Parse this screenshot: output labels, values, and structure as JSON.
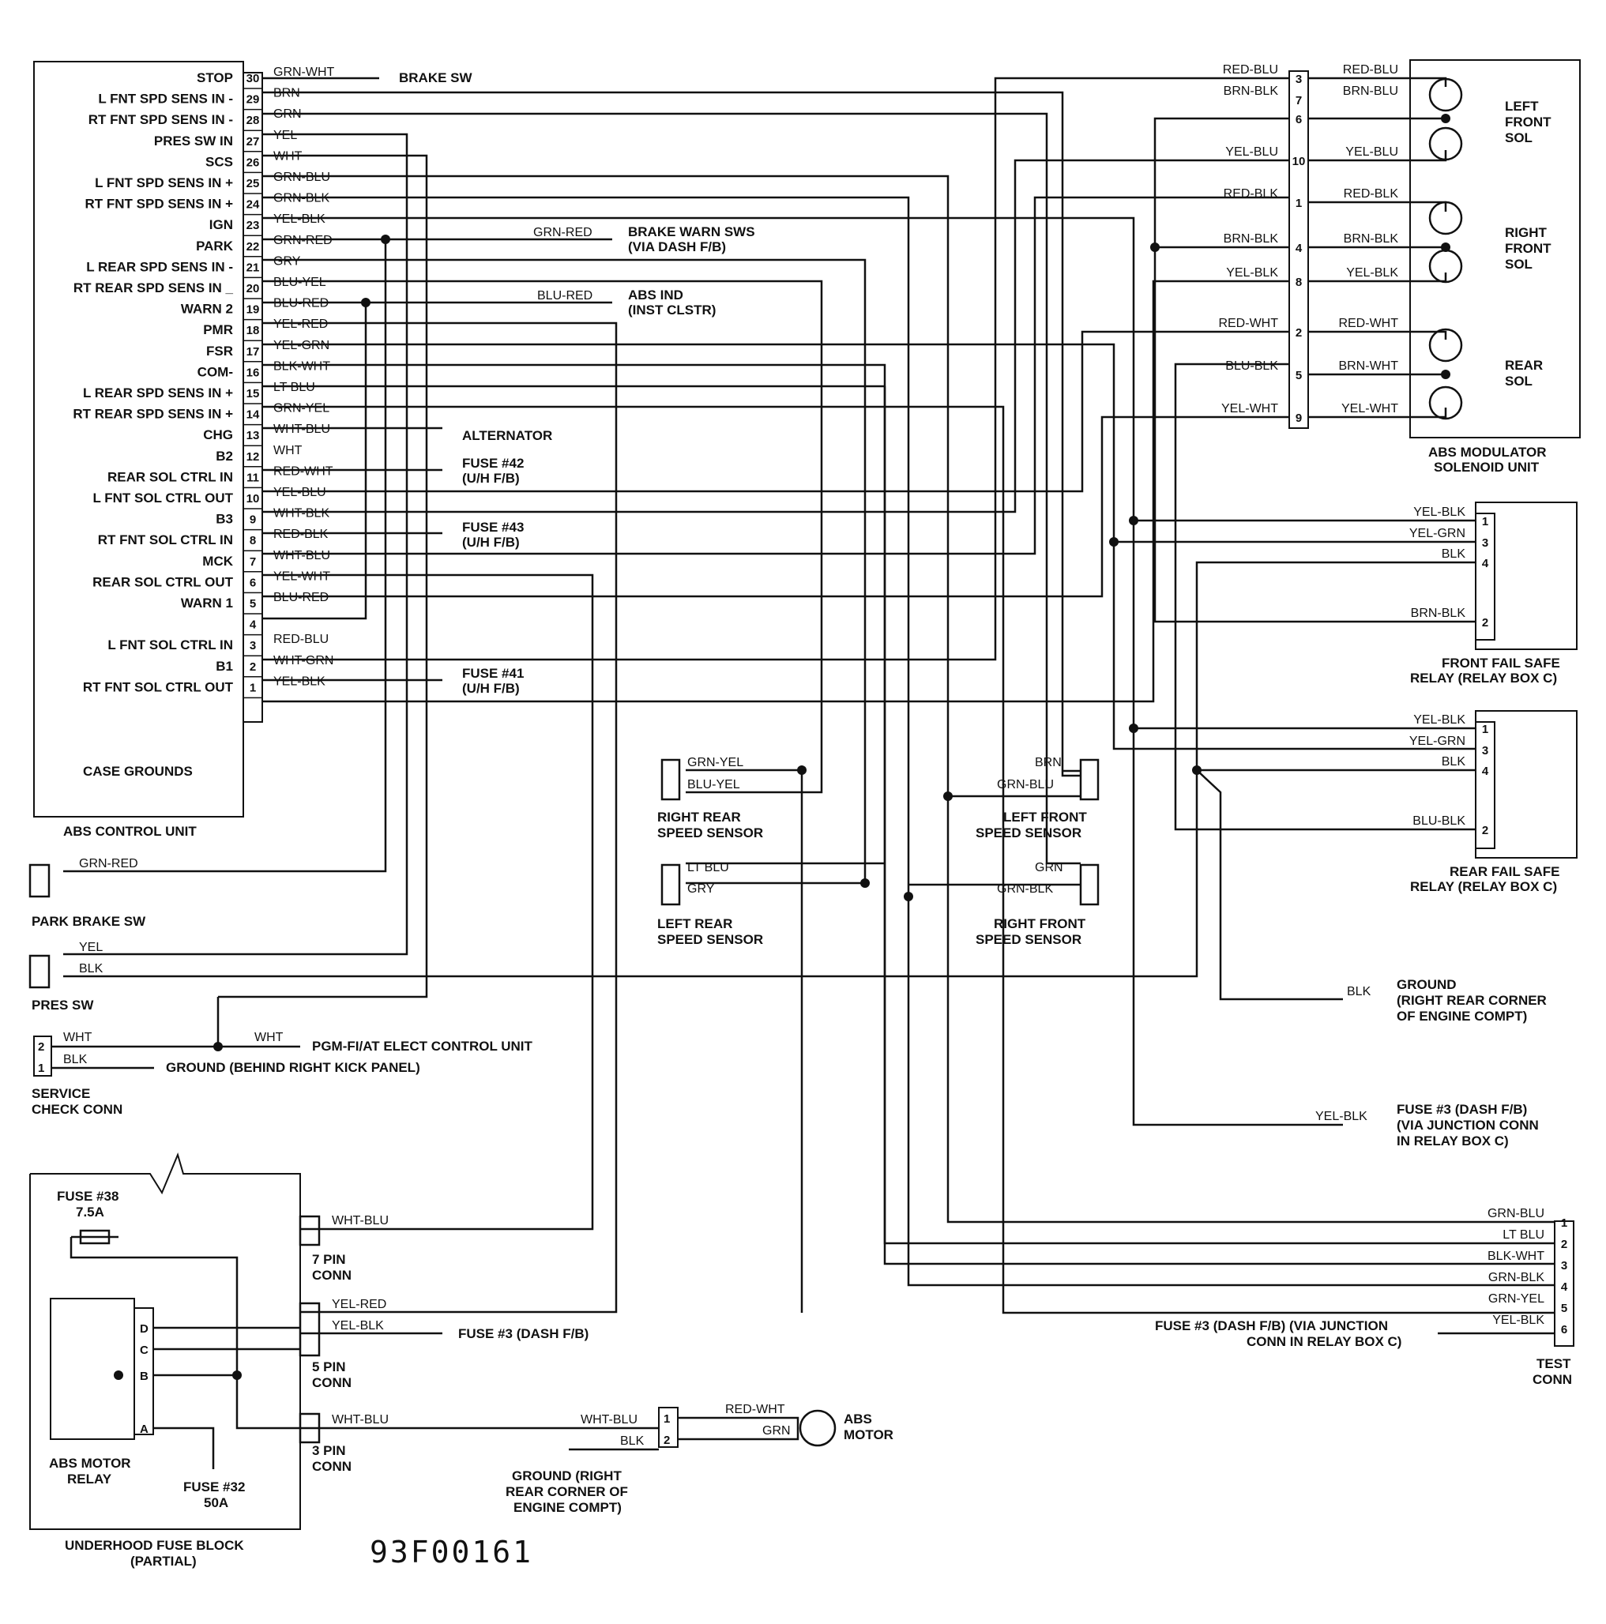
{
  "ecu": {
    "name": "ABS CONTROL UNIT",
    "case_grounds": "CASE GROUNDS",
    "terminals": [
      {
        "pin": "30",
        "label": "STOP",
        "wire": "GRN-WHT"
      },
      {
        "pin": "29",
        "label": "L FNT SPD SENS IN -",
        "wire": "BRN"
      },
      {
        "pin": "28",
        "label": "RT FNT SPD SENS IN -",
        "wire": "GRN"
      },
      {
        "pin": "27",
        "label": "PRES SW IN",
        "wire": "YEL"
      },
      {
        "pin": "26",
        "label": "SCS",
        "wire": "WHT"
      },
      {
        "pin": "25",
        "label": "L FNT SPD SENS IN +",
        "wire": "GRN-BLU"
      },
      {
        "pin": "24",
        "label": "RT FNT SPD SENS IN +",
        "wire": "GRN-BLK"
      },
      {
        "pin": "23",
        "label": "IGN",
        "wire": "YEL-BLK"
      },
      {
        "pin": "22",
        "label": "PARK",
        "wire": "GRN-RED"
      },
      {
        "pin": "21",
        "label": "L REAR SPD SENS IN -",
        "wire": "GRY"
      },
      {
        "pin": "20",
        "label": "RT REAR SPD SENS IN _",
        "wire": "BLU-YEL"
      },
      {
        "pin": "19",
        "label": "WARN 2",
        "wire": "BLU-RED"
      },
      {
        "pin": "18",
        "label": "PMR",
        "wire": "YEL-RED"
      },
      {
        "pin": "17",
        "label": "FSR",
        "wire": "YEL-GRN"
      },
      {
        "pin": "16",
        "label": "COM-",
        "wire": "BLK-WHT"
      },
      {
        "pin": "15",
        "label": "L REAR SPD SENS IN +",
        "wire": "LT BLU"
      },
      {
        "pin": "14",
        "label": "RT REAR SPD SENS IN +",
        "wire": "GRN-YEL"
      },
      {
        "pin": "13",
        "label": "CHG",
        "wire": "WHT-BLU"
      },
      {
        "pin": "12",
        "label": "B2",
        "wire": "WHT"
      },
      {
        "pin": "11",
        "label": "REAR SOL CTRL IN",
        "wire": "RED-WHT"
      },
      {
        "pin": "10",
        "label": "L FNT SOL CTRL OUT",
        "wire": "YEL-BLU"
      },
      {
        "pin": "9",
        "label": "B3",
        "wire": "WHT-BLK"
      },
      {
        "pin": "8",
        "label": "RT FNT SOL CTRL IN",
        "wire": "RED-BLK"
      },
      {
        "pin": "7",
        "label": "MCK",
        "wire": "WHT-BLU"
      },
      {
        "pin": "6",
        "label": "REAR SOL CTRL OUT",
        "wire": "YEL-WHT"
      },
      {
        "pin": "5",
        "label": "WARN 1",
        "wire": "BLU-RED"
      },
      {
        "pin": "4",
        "label": "",
        "wire": ""
      },
      {
        "pin": "3",
        "label": "L FNT SOL CTRL IN",
        "wire": "RED-BLU"
      },
      {
        "pin": "2",
        "label": "B1",
        "wire": "WHT-GRN"
      },
      {
        "pin": "1",
        "label": "RT FNT SOL CTRL OUT",
        "wire": "YEL-BLK"
      }
    ]
  },
  "callouts": {
    "brake_sw": "BRAKE SW",
    "brake_warn_wire": "GRN-RED",
    "brake_warn_1": "BRAKE WARN SWS",
    "brake_warn_2": "(VIA DASH F/B)",
    "abs_ind_wire": "BLU-RED",
    "abs_ind_1": "ABS IND",
    "abs_ind_2": "(INST CLSTR)",
    "alternator": "ALTERNATOR",
    "fuse42_1": "FUSE #42",
    "fuse42_2": "(U/H F/B)",
    "fuse43_1": "FUSE #43",
    "fuse43_2": "(U/H F/B)",
    "fuse41_1": "FUSE #41",
    "fuse41_2": "(U/H F/B)"
  },
  "modulator": {
    "title_1": "ABS MODULATOR",
    "title_2": "SOLENOID UNIT",
    "pins": [
      {
        "pin": "3",
        "left_wire": "RED-BLU",
        "right_wire": "RED-BLU"
      },
      {
        "pin": "7",
        "left_wire": "BRN-BLK",
        "right_wire": "BRN-BLU"
      },
      {
        "pin": "6",
        "left_wire": "",
        "right_wire": ""
      },
      {
        "pin": "10",
        "left_wire": "YEL-BLU",
        "right_wire": "YEL-BLU"
      },
      {
        "pin": "1",
        "left_wire": "RED-BLK",
        "right_wire": "RED-BLK"
      },
      {
        "pin": "4",
        "left_wire": "BRN-BLK",
        "right_wire": "BRN-BLK"
      },
      {
        "pin": "8",
        "left_wire": "YEL-BLK",
        "right_wire": "YEL-BLK"
      },
      {
        "pin": "2",
        "left_wire": "RED-WHT",
        "right_wire": "RED-WHT"
      },
      {
        "pin": "5",
        "left_wire": "BLU-BLK",
        "right_wire": "BRN-WHT"
      },
      {
        "pin": "9",
        "left_wire": "YEL-WHT",
        "right_wire": "YEL-WHT"
      }
    ],
    "sol_left_1": "LEFT",
    "sol_left_2": "FRONT",
    "sol_left_3": "SOL",
    "sol_right_1": "RIGHT",
    "sol_right_2": "FRONT",
    "sol_right_3": "SOL",
    "sol_rear_1": "REAR",
    "sol_rear_2": "SOL"
  },
  "front_relay": {
    "title_1": "FRONT FAIL SAFE",
    "title_2": "RELAY (RELAY BOX C)",
    "pins": [
      {
        "pin": "1",
        "wire": "YEL-BLK"
      },
      {
        "pin": "3",
        "wire": "YEL-GRN"
      },
      {
        "pin": "4",
        "wire": "BLK"
      },
      {
        "pin": "2",
        "wire": "BRN-BLK"
      }
    ]
  },
  "rear_relay": {
    "title_1": "REAR FAIL SAFE",
    "title_2": "RELAY (RELAY BOX C)",
    "pins": [
      {
        "pin": "1",
        "wire": "YEL-BLK"
      },
      {
        "pin": "3",
        "wire": "YEL-GRN"
      },
      {
        "pin": "4",
        "wire": "BLK"
      },
      {
        "pin": "2",
        "wire": "BLU-BLK"
      }
    ]
  },
  "sensors": {
    "rr": {
      "title_1": "RIGHT REAR",
      "title_2": "SPEED SENSOR",
      "w1": "GRN-YEL",
      "w2": "BLU-YEL"
    },
    "lr": {
      "title_1": "LEFT REAR",
      "title_2": "SPEED SENSOR",
      "w1": "LT BLU",
      "w2": "GRY"
    },
    "lf": {
      "title_1": "LEFT FRONT",
      "title_2": "SPEED SENSOR",
      "w1": "BRN",
      "w2": "GRN-BLU"
    },
    "rf": {
      "title_1": "RIGHT FRONT",
      "title_2": "SPEED SENSOR",
      "w1": "GRN",
      "w2": "GRN-BLK"
    }
  },
  "park_sw": {
    "title": "PARK BRAKE SW",
    "wire": "GRN-RED"
  },
  "pres_sw": {
    "title": "PRES SW",
    "w1": "YEL",
    "w2": "BLK"
  },
  "service": {
    "title_1": "SERVICE",
    "title_2": "CHECK CONN",
    "w1": "WHT",
    "w2": "BLK",
    "p1": "2",
    "p2": "1",
    "pgm_wire": "WHT",
    "pgm": "PGM-FI/AT ELECT CONTROL UNIT",
    "ground": "GROUND (BEHIND RIGHT KICK PANEL)"
  },
  "ground_rr": {
    "wire": "BLK",
    "l1": "GROUND",
    "l2": "(RIGHT REAR CORNER",
    "l3": "OF ENGINE COMPT)"
  },
  "fuse3_jct": {
    "wire": "YEL-BLK",
    "l1": "FUSE #3 (DASH F/B)",
    "l2": "(VIA JUNCTION CONN",
    "l3": "IN RELAY BOX C)"
  },
  "test_conn": {
    "title_1": "TEST",
    "title_2": "CONN",
    "pins": [
      {
        "pin": "1",
        "wire": "GRN-BLU"
      },
      {
        "pin": "2",
        "wire": "LT BLU"
      },
      {
        "pin": "3",
        "wire": "BLK-WHT"
      },
      {
        "pin": "4",
        "wire": "GRN-BLK"
      },
      {
        "pin": "5",
        "wire": "GRN-YEL"
      },
      {
        "pin": "6",
        "wire": "YEL-BLK"
      }
    ],
    "fuse_1": "FUSE #3 (DASH F/B) (VIA JUNCTION",
    "fuse_2": "CONN IN RELAY BOX C)"
  },
  "fuse_block": {
    "title_1": "UNDERHOOD FUSE BLOCK",
    "title_2": "(PARTIAL)",
    "fuse38_1": "FUSE #38",
    "fuse38_2": "7.5A",
    "relay_1": "ABS MOTOR",
    "relay_2": "RELAY",
    "fuse32_1": "FUSE #32",
    "fuse32_2": "50A",
    "relay_pins": [
      "D",
      "C",
      "B",
      "A"
    ],
    "conn7_1": "7 PIN",
    "conn7_2": "CONN",
    "conn7_wire": "WHT-BLU",
    "conn5_1": "5 PIN",
    "conn5_2": "CONN",
    "conn5_wire1": "YEL-RED",
    "conn5_wire2": "YEL-BLK",
    "conn5_fuse": "FUSE #3 (DASH F/B)",
    "conn3_1": "3 PIN",
    "conn3_2": "CONN",
    "conn3_wire": "WHT-BLU"
  },
  "motor": {
    "title_1": "ABS",
    "title_2": "MOTOR",
    "in_wire1": "WHT-BLU",
    "in_wire2": "BLK",
    "out_wire1": "RED-WHT",
    "out_wire2": "GRN",
    "p1": "1",
    "p2": "2",
    "gnd_1": "GROUND (RIGHT",
    "gnd_2": "REAR CORNER OF",
    "gnd_3": "ENGINE COMPT)"
  },
  "figure_id": "93F00161"
}
